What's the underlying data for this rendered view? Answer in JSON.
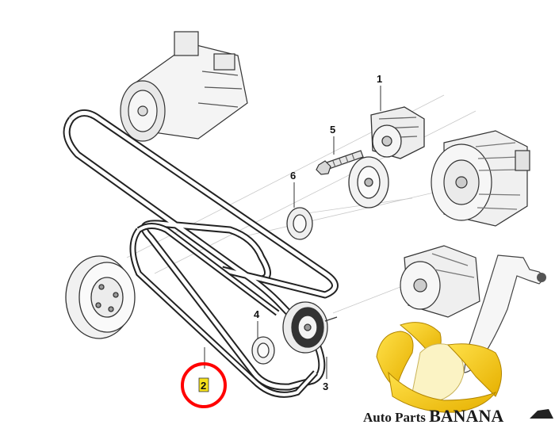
{
  "diagram": {
    "callouts": [
      {
        "id": "part-1",
        "label": "1"
      },
      {
        "id": "part-2",
        "label": "2",
        "highlighted": true
      },
      {
        "id": "part-3",
        "label": "3"
      },
      {
        "id": "part-4",
        "label": "4"
      },
      {
        "id": "part-5",
        "label": "5"
      },
      {
        "id": "part-6",
        "label": "6"
      }
    ],
    "highlight_color": "#ff0000",
    "callout_box_color": "#f5e11b"
  },
  "watermark": {
    "brand_prefix": "Auto Parts ",
    "brand_name": "BANANA",
    "logo_icon": "banana-logo-icon",
    "colors": {
      "banana": "#f4cf16",
      "banana_dark": "#d9a800",
      "flesh": "#fbf3c4",
      "peel_tip": "#5b4a1a"
    }
  }
}
